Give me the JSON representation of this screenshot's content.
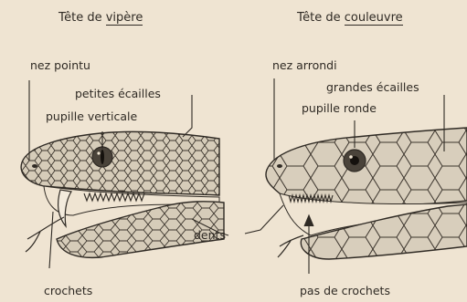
{
  "viper": {
    "title_prefix": "Tête de ",
    "title_word": "vipère",
    "labels": {
      "nose": "nez pointu",
      "scales": "petites écailles",
      "pupil": "pupille verticale",
      "fangs": "crochets"
    }
  },
  "grass_snake": {
    "title_prefix": "Tête de ",
    "title_word": "couleuvre",
    "labels": {
      "nose": "nez arrondi",
      "scales": "grandes écailles",
      "pupil": "pupille ronde",
      "no_fangs": "pas de crochets"
    }
  },
  "shared": {
    "teeth": "dents"
  },
  "colors": {
    "paper": "#efe4d2",
    "ink": "#2f2a24",
    "head_fill": "#d9cfbd",
    "mouth": "#efe4d2"
  }
}
